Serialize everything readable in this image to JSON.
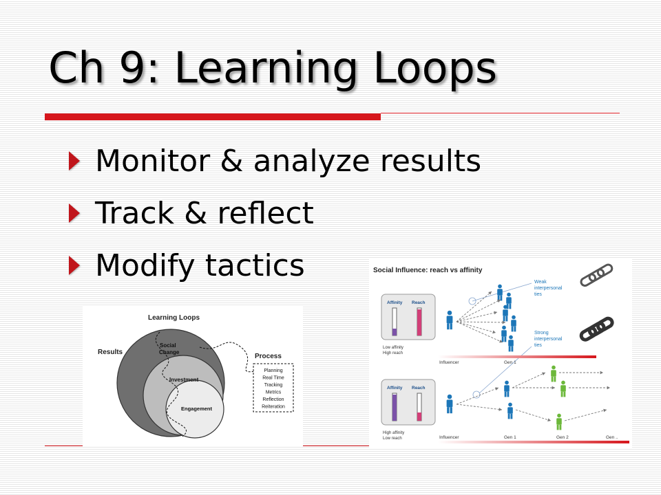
{
  "slide": {
    "title": "Ch 9: Learning Loops",
    "bullets": [
      "Monitor & analyze results",
      "Track & reflect",
      "Modify tactics"
    ]
  },
  "colors": {
    "accent_red": "#d6161c",
    "purple_bar": "#7b52a8",
    "pink_bar": "#d23f78",
    "blue_person": "#1c76b8",
    "green_person": "#6cb83a"
  },
  "figure_left": {
    "title": "Learning Loops",
    "results_label": "Results",
    "social_change_label": "Social\nChange",
    "investment_label": "Investment",
    "engagement_label": "Engagement",
    "process_label": "Process",
    "process_items": [
      "Planning",
      "Real Time",
      "Tracking",
      "Metrics",
      "Reflection",
      "Reiteration"
    ]
  },
  "figure_right": {
    "title": "Social Influence: reach vs affinity",
    "affinity_label": "Affinity",
    "reach_label": "Reach",
    "top_caption_1": "Low affinity",
    "top_caption_2": "High reach",
    "bottom_caption_1": "High affinity",
    "bottom_caption_2": "Low reach",
    "weak_ties_1": "Weak",
    "weak_ties_2": "interpersonal",
    "weak_ties_3": "ties",
    "strong_ties_1": "Strong",
    "strong_ties_2": "interpersonal",
    "strong_ties_3": "ties",
    "influencer_label": "Influencer",
    "gen1_label": "Gen 1",
    "gen2_label": "Gen 2",
    "genn_label": "Gen ..",
    "top_bars": {
      "affinity": 0.25,
      "reach": 0.95
    },
    "bottom_bars": {
      "affinity": 0.95,
      "reach": 0.3
    }
  }
}
